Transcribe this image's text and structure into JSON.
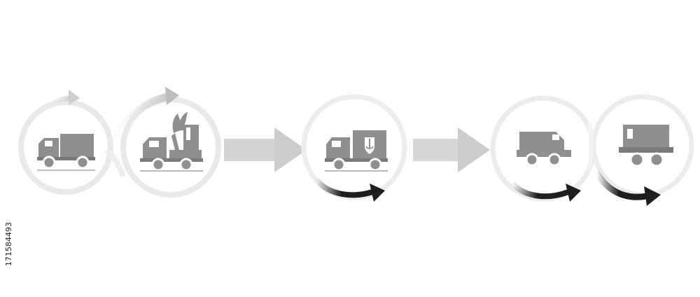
{
  "stock_id": "171584493",
  "colors": {
    "background": "#ffffff",
    "ring": "#e9e9e9",
    "ring_light": "#f1f1f1",
    "truck": "#8f8f8f",
    "truck_dark": "#7a7a7a",
    "truck_window": "#ffffff",
    "connector_arrow": "#d4d4d4",
    "gray_arrow": "#bdbdbd",
    "dark_arrow": "#1e1e1e"
  },
  "icons": [
    "delivery-truck-icon",
    "crane-truck-icon",
    "cargo-truck-icon",
    "freight-truck-icon",
    "flatbed-truck-icon"
  ],
  "diagram": {
    "nodes": 5,
    "connectors": 2
  }
}
